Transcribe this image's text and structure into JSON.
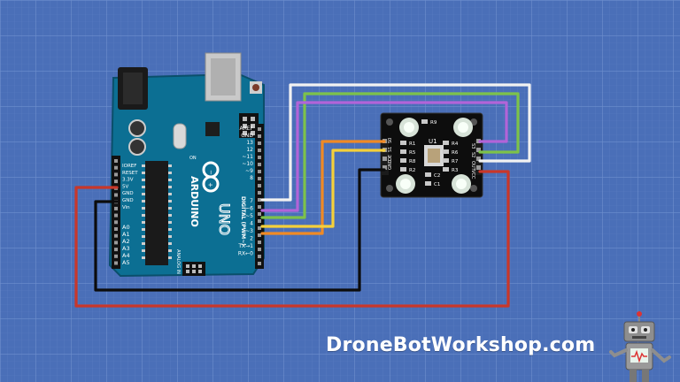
{
  "arduino": {
    "name": "UNO",
    "logo_text": "ARDUINO",
    "digital_label": "DIGITAL (PWM~)",
    "analog_label": "ANALOG IN",
    "on_label": "ON",
    "power_pins": [
      "IOREF",
      "RESET",
      "3.3V",
      "5V",
      "GND",
      "GND",
      "Vin"
    ],
    "analog_pins": [
      "A0",
      "A1",
      "A2",
      "A3",
      "A4",
      "A5"
    ],
    "top_pins": [
      "AREF",
      "GND",
      "13",
      "12",
      "~11",
      "~10",
      "~9",
      "8"
    ],
    "digital_pins": [
      "7",
      "~6",
      "~5",
      "4",
      "~3",
      "2",
      "TX→1",
      "RX←0"
    ]
  },
  "sensor": {
    "chip_label": "U1",
    "components": [
      "R9",
      "R1",
      "R5",
      "R8",
      "R2",
      "R4",
      "R6",
      "R7",
      "R3",
      "C2",
      "C1"
    ],
    "left_pins": [
      "S0",
      "S1",
      "OE",
      "GND"
    ],
    "right_pins": [
      "S3",
      "S2",
      "OUT",
      "VCC"
    ]
  },
  "wires": [
    {
      "name": "wire-white",
      "color": "#f2f2f2"
    },
    {
      "name": "wire-green",
      "color": "#7dc24a"
    },
    {
      "name": "wire-purple",
      "color": "#b264d8"
    },
    {
      "name": "wire-orange",
      "color": "#f08a24"
    },
    {
      "name": "wire-yellow",
      "color": "#f5d03a"
    },
    {
      "name": "wire-black",
      "color": "#0c0c0c"
    },
    {
      "name": "wire-red",
      "color": "#c8372a"
    }
  ],
  "brand": "DroneBotWorkshop.com"
}
